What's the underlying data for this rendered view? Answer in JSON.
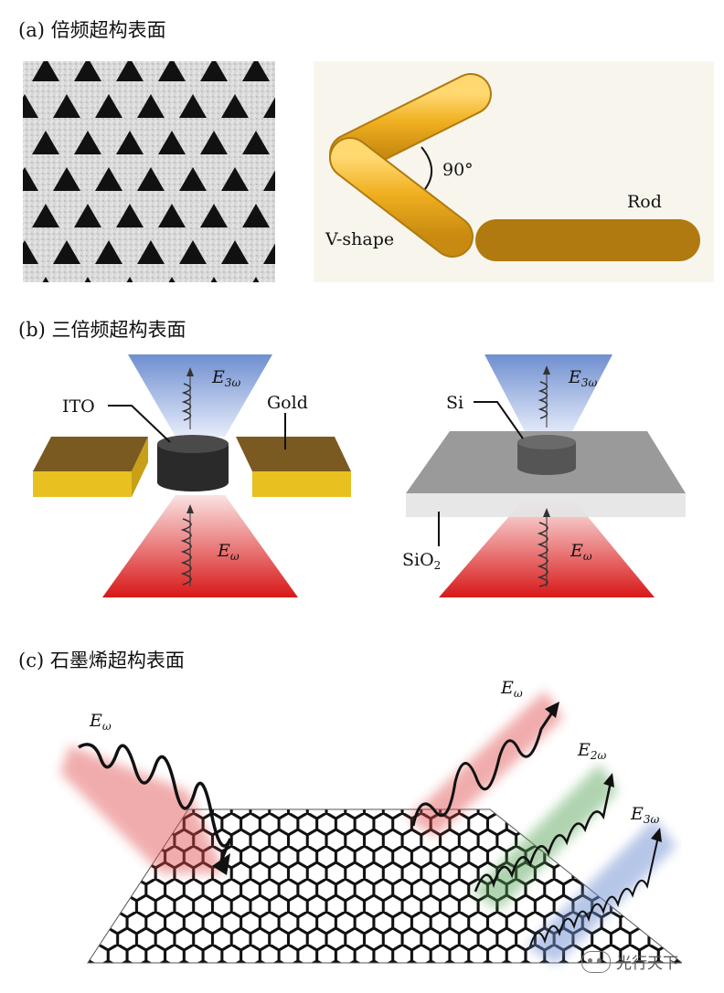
{
  "panel_a": {
    "title": "(a) 倍频超构表面",
    "angle_label": "90°",
    "rod_label": "Rod",
    "vshape_label": "V-shape"
  },
  "panel_b": {
    "title": "(b) 三倍频超构表面",
    "left": {
      "out_field": "E",
      "out_sub": "3ω",
      "in_field": "E",
      "in_sub": "ω",
      "ito_label": "ITO",
      "gold_label": "Gold"
    },
    "right": {
      "out_field": "E",
      "out_sub": "3ω",
      "in_field": "E",
      "in_sub": "ω",
      "si_label": "Si",
      "sio2_label": "SiO",
      "sio2_sub": "2"
    }
  },
  "panel_c": {
    "title": "(c) 石墨烯超构表面",
    "in_field": "E",
    "in_sub": "ω",
    "out1_field": "E",
    "out1_sub": "ω",
    "out2_field": "E",
    "out2_sub": "2ω",
    "out3_field": "E",
    "out3_sub": "3ω"
  },
  "watermark": {
    "text": "光行天下",
    "icon": "wechat-icon"
  },
  "colors": {
    "gold_rod": "#f0b020",
    "gold_pad": "#e8c020",
    "red_beam": "#e02020",
    "blue_beam": "#7090d0",
    "green_beam": "#50a050",
    "graphene": "#111111"
  }
}
